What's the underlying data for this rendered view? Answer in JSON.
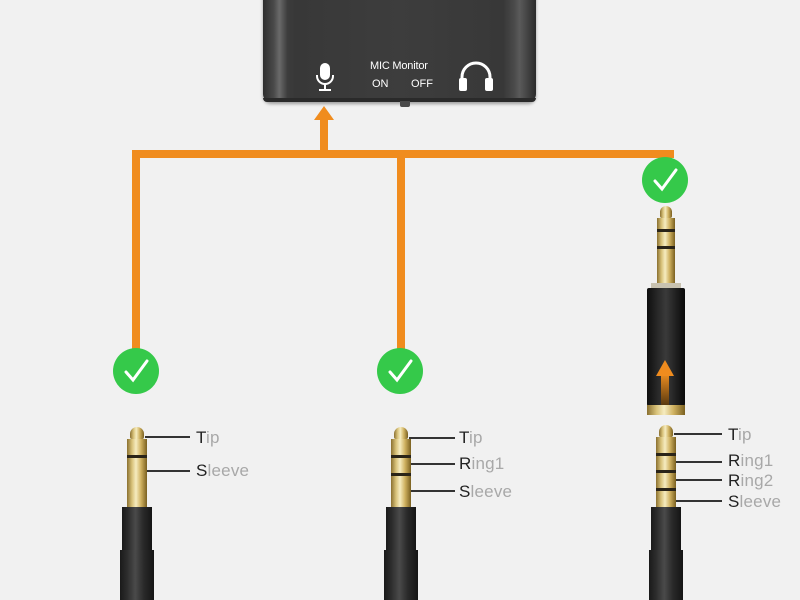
{
  "device": {
    "mic_monitor_label": "MIC Monitor",
    "switch_on_label": "ON",
    "switch_off_label": "OFF",
    "mic_icon": "microphone-icon",
    "headphone_icon": "headphones-icon"
  },
  "colors": {
    "connector_line": "#f08c1e",
    "check_badge": "#35c94a",
    "background": "#f1f1f1",
    "label_primary": "#222222",
    "label_secondary": "#a8a8a8"
  },
  "plugs": [
    {
      "type": "TS",
      "compatible": true,
      "labels": [
        {
          "first": "T",
          "rest": "ip"
        },
        {
          "first": "S",
          "rest": "leeve"
        }
      ]
    },
    {
      "type": "TRS",
      "compatible": true,
      "labels": [
        {
          "first": "T",
          "rest": "ip"
        },
        {
          "first": "R",
          "rest": "ing1"
        },
        {
          "first": "S",
          "rest": "leeve"
        }
      ]
    },
    {
      "type": "TRRS",
      "compatible": true,
      "via_adapter": true,
      "labels": [
        {
          "first": "T",
          "rest": "ip"
        },
        {
          "first": "R",
          "rest": "ing1"
        },
        {
          "first": "R",
          "rest": "ing2"
        },
        {
          "first": "S",
          "rest": "leeve"
        }
      ]
    }
  ]
}
